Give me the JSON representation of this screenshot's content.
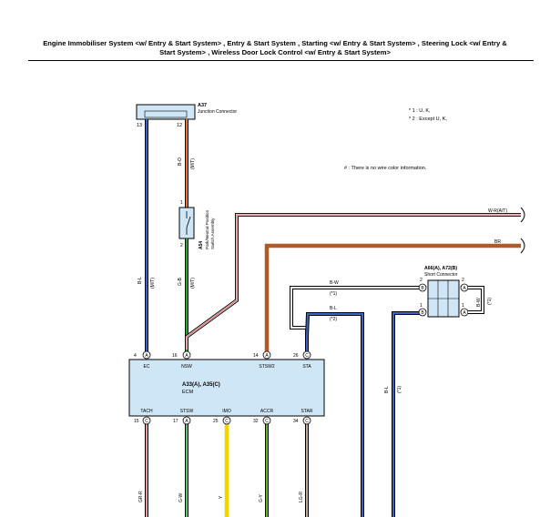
{
  "header": {
    "title_line1": "Engine Immobiliser System <w/ Entry & Start System> , Entry & Start System , Starting <w/ Entry & Start System> , Steering Lock <w/ Entry &",
    "title_line2": "Start System> , Wireless Door Lock Control <w/ Entry & Start System>"
  },
  "notes": {
    "n1": "* 1 : U, K,",
    "n2": "* 2 : Except U, K,",
    "no_color": "# : There is no wire color information."
  },
  "junction": {
    "code": "A37",
    "name": "Junction Connector",
    "pin_left": "13",
    "pin_right": "12"
  },
  "switch": {
    "code": "A54",
    "name1": "Park/Neutral Position",
    "name2": "Switch Assembly",
    "pin_top": "1",
    "pin_bottom": "2"
  },
  "short_connector": {
    "code": "A66(A), A72(B)",
    "name": "Short Connector"
  },
  "ecm": {
    "code": "A33(A), A35(C)",
    "name": "ECM"
  },
  "ecm_top_pins": [
    {
      "num": "4",
      "letter": "A",
      "label": "EC"
    },
    {
      "num": "16",
      "letter": "A",
      "label": "NSW"
    },
    {
      "num": "14",
      "letter": "A",
      "label": "STSW2"
    },
    {
      "num": "26",
      "letter": "C",
      "label": "STA"
    }
  ],
  "ecm_bottom_pins": [
    {
      "num": "15",
      "letter": "C",
      "label": "TACH"
    },
    {
      "num": "17",
      "letter": "A",
      "label": "STSW"
    },
    {
      "num": "25",
      "letter": "C",
      "label": "IMO"
    },
    {
      "num": "32",
      "letter": "C",
      "label": "ACCR"
    },
    {
      "num": "34",
      "letter": "C",
      "label": "STAR"
    }
  ],
  "short_pins": [
    {
      "num": "2",
      "letter": "B"
    },
    {
      "num": "2",
      "letter": "A"
    },
    {
      "num": "1",
      "letter": "B"
    },
    {
      "num": "1",
      "letter": "A"
    }
  ],
  "wire_labels": {
    "bo": "B-O",
    "mt": "(M/T)",
    "bl": "B-L",
    "gb": "G-B",
    "wr_at": "W-R(A/T)",
    "br": "BR",
    "bw": "B-W",
    "p1": "(*1)",
    "p2": "(*2)",
    "bw_r": "B-W",
    "p1_r": "(*1)",
    "gr_r": "GR-R",
    "g_w": "G-W",
    "y": "Y",
    "g_y": "G-Y",
    "lg_r": "LG-R"
  },
  "colors": {
    "ecm_fill": "#cfe6f6",
    "wire_blue": "#3a63c5",
    "wire_green": "#28a83a",
    "wire_orange": "#e6782c",
    "wire_brown": "#b05a2c",
    "wire_yellow": "#f2d400",
    "wire_red": "#d83a3a"
  }
}
